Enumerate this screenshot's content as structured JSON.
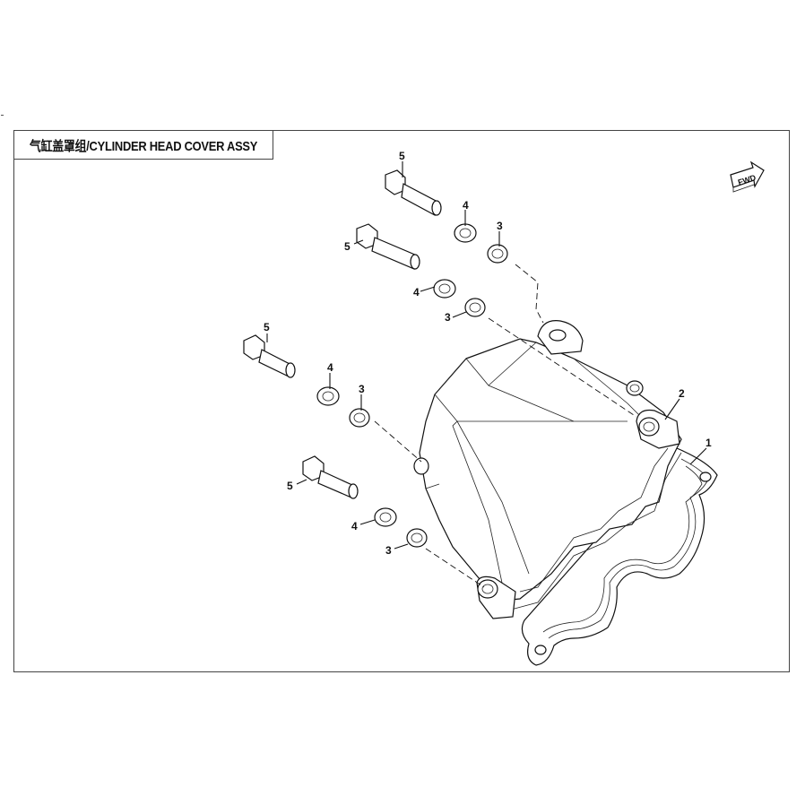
{
  "title": "气缸盖罩组/CYLINDER HEAD COVER ASSY",
  "direction_indicator": "FWD",
  "callouts": {
    "c5a": "5",
    "c4a": "4",
    "c3a": "3",
    "c5b": "5",
    "c4b": "4",
    "c3b": "3",
    "c5c": "5",
    "c4c": "4",
    "c3c": "3",
    "c5d": "5",
    "c4d": "4",
    "c3d": "3",
    "c2": "2",
    "c1": "1"
  }
}
